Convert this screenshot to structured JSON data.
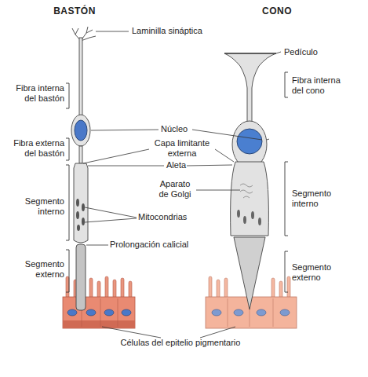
{
  "diagram": {
    "labels": [
      "BASTÓN",
      "CONO",
      "Laminilla sináptica",
      "Fibra interna del bastón",
      "Núcleo",
      "Fibra externa del bastón",
      "Capa limitante externa",
      "Aleta",
      "Segmento interno",
      "Aparato de Golgi",
      "Mitocondrias",
      "Prolongación calicial",
      "Segmento externo",
      "Pedículo",
      "Fibra interna del cono",
      "Segmento interno",
      "Segmento externo",
      "Células del epitelio pigmentario"
    ]
  }
}
